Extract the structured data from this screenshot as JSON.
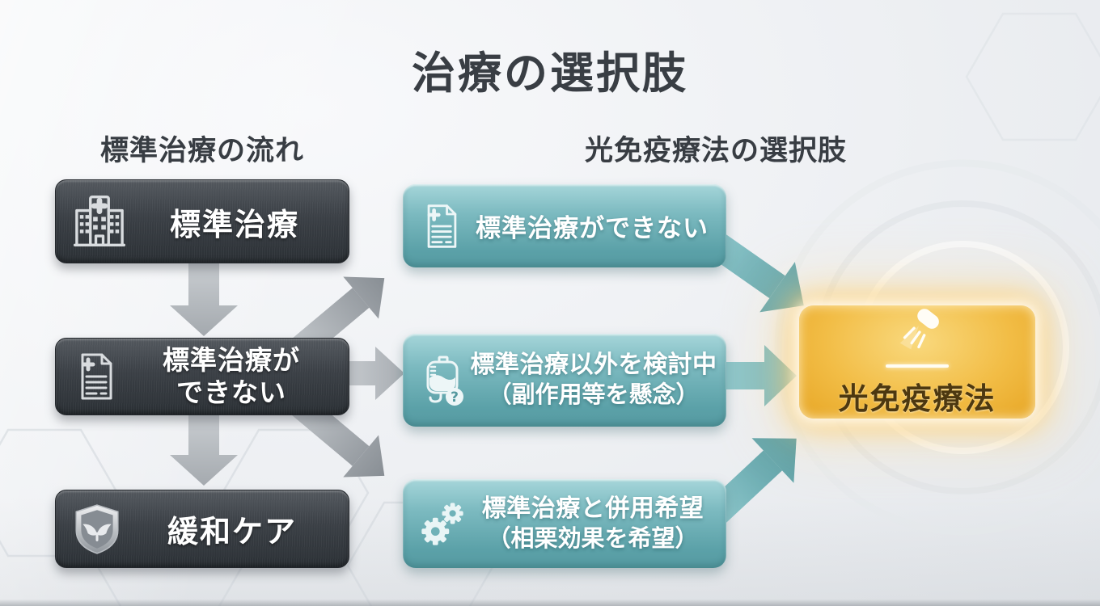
{
  "title": "治療の選択肢",
  "left_column": {
    "header": "標準治療の流れ",
    "boxes": [
      {
        "icon": "hospital-icon",
        "line1": "標準治療",
        "line2": ""
      },
      {
        "icon": "medical-document-icon",
        "line1": "標準治療が",
        "line2": "できない"
      },
      {
        "icon": "shield-care-icon",
        "line1": "緩和ケア",
        "line2": ""
      }
    ]
  },
  "right_column": {
    "header": "光免疫療法の選択肢",
    "boxes": [
      {
        "icon": "medical-document-icon",
        "line1": "標準治療ができない",
        "line2": ""
      },
      {
        "icon": "iv-drip-icon",
        "line1": "標準治療以外を検討中",
        "line2": "（副作用等を懸念）"
      },
      {
        "icon": "gears-icon",
        "line1": "標準治療と併用希望",
        "line2": "（相栗効果を希望）"
      }
    ]
  },
  "result_box": {
    "icon": "light-beam-icon",
    "label": "光免疫療法"
  },
  "colors": {
    "dark_box": "#383d43",
    "teal_box": "#6fb0b6",
    "highlight_orange": "#eeb23a",
    "arrow_gray": "#9aa0a6",
    "arrow_teal": "#69acb2",
    "title_text": "#393e44"
  }
}
